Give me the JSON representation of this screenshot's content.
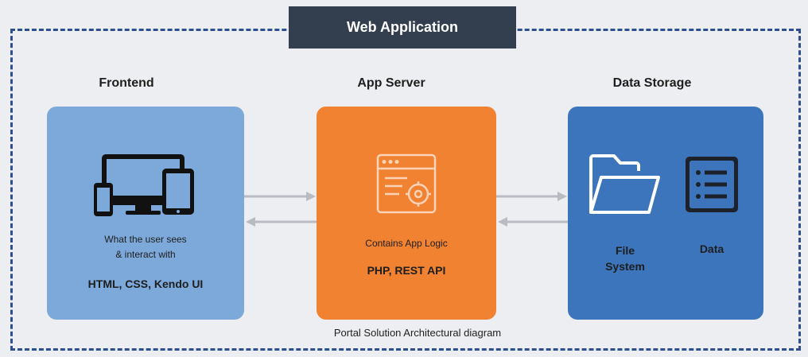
{
  "banner": {
    "title": "Web Application"
  },
  "columns": {
    "frontend": {
      "title": "Frontend",
      "description_line1": "What the user sees",
      "description_line2": "& interact with",
      "tech": "HTML, CSS, Kendo UI",
      "icon": "devices-icon"
    },
    "app_server": {
      "title": "App Server",
      "description": "Contains App Logic",
      "tech": "PHP, REST API",
      "icon": "app-logic-icon"
    },
    "data_storage": {
      "title": "Data Storage",
      "items": [
        {
          "label_line1": "File",
          "label_line2": "System",
          "icon": "folder-icon"
        },
        {
          "label": "Data",
          "icon": "data-list-icon"
        }
      ]
    }
  },
  "caption": "Portal Solution Architectural diagram",
  "colors": {
    "banner": "#333e4f",
    "frame_border": "#2d4f8f",
    "frontend": "#7ca9da",
    "app_server": "#f18231",
    "data_storage": "#3c75bc",
    "arrows": "#b8bcc2"
  }
}
